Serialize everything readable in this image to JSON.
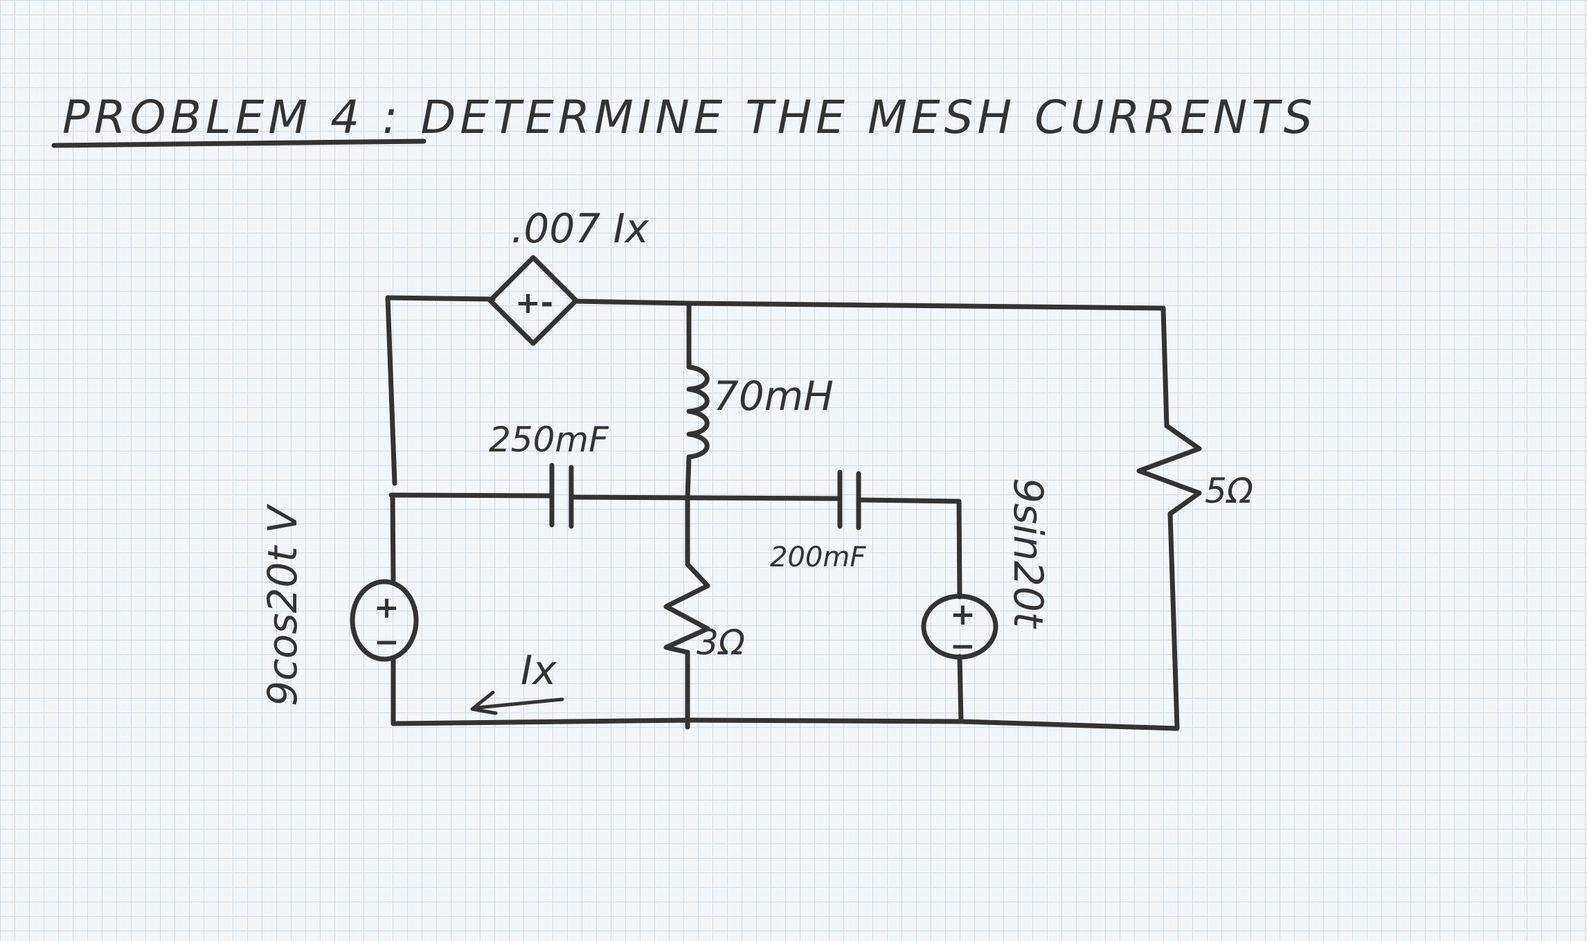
{
  "title": "PROBLEM 4 : DETERMINE THE MESH CURRENTS",
  "components": {
    "dependent_source": {
      "gain_label": ".007 Ix",
      "sign": "+-"
    },
    "inductor": {
      "label": "70mH"
    },
    "capacitor_left": {
      "label": "250mF"
    },
    "capacitor_right": {
      "label": "200mF"
    },
    "resistor_middle": {
      "label": "3Ω"
    },
    "resistor_right": {
      "label": "5Ω"
    },
    "source_left": {
      "label": "9cos20t V",
      "plus": "+",
      "minus": "−"
    },
    "source_right": {
      "label": "9sin20t",
      "plus": "+",
      "minus": "−"
    },
    "current_ix": {
      "label": "Ix"
    }
  }
}
